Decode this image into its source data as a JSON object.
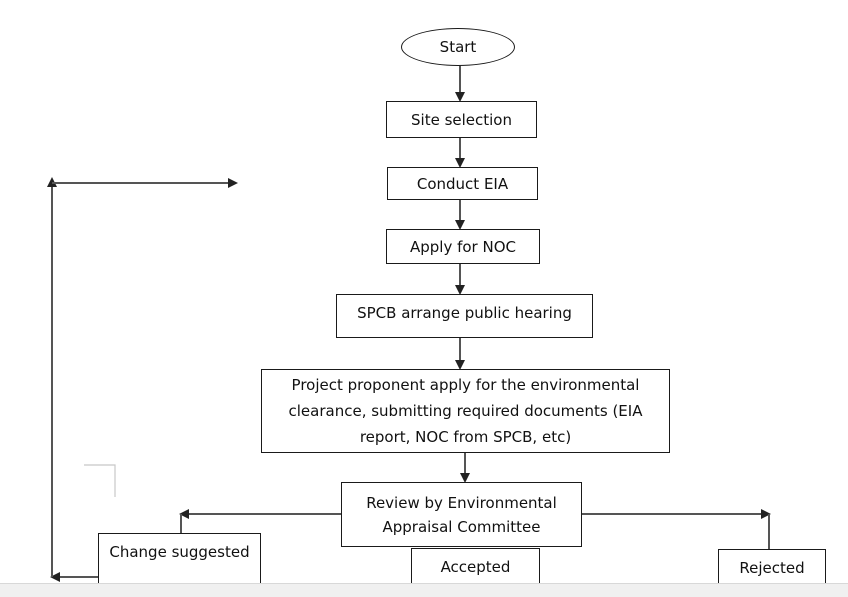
{
  "flowchart": {
    "start": "Start",
    "site_selection": "Site selection",
    "conduct_eia": "Conduct EIA",
    "apply_noc": "Apply for NOC",
    "public_hearing": "SPCB arrange public hearing",
    "apply_clearance": "Project proponent apply for the environmental clearance, submitting required documents (EIA report, NOC  from SPCB, etc)",
    "review": "Review by Environmental Appraisal Committee",
    "change_suggested": "Change suggested",
    "accepted": "Accepted",
    "rejected": "Rejected"
  },
  "colors": {
    "connector": "#555555",
    "border": "#1a1a1a"
  }
}
